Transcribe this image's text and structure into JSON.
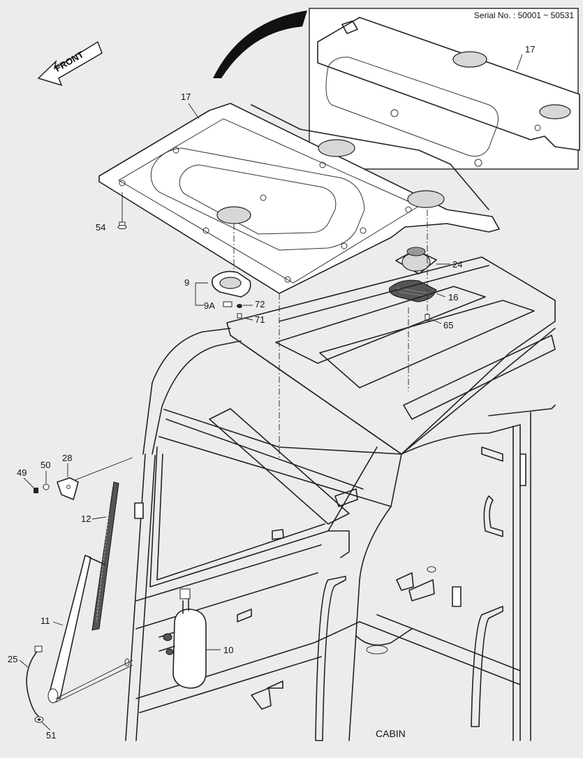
{
  "header": {
    "serial": "Serial No. : 50001 ~ 50531"
  },
  "direction_label": "FRONT",
  "footer": {
    "caption": "CABIN"
  },
  "callouts": {
    "inset_17": "17",
    "main_17": "17",
    "p54": "54",
    "p24": "24",
    "p9": "9",
    "p9a": "9A",
    "p72": "72",
    "p71": "71",
    "p16": "16",
    "p65": "65",
    "p49": "49",
    "p50": "50",
    "p28": "28",
    "p12": "12",
    "p11": "11",
    "p25": "25",
    "p10": "10",
    "p51": "51"
  },
  "colors": {
    "background": "#ececec",
    "line": "#222222",
    "panel": "#ffffff",
    "shade": "#d7d7d7"
  }
}
